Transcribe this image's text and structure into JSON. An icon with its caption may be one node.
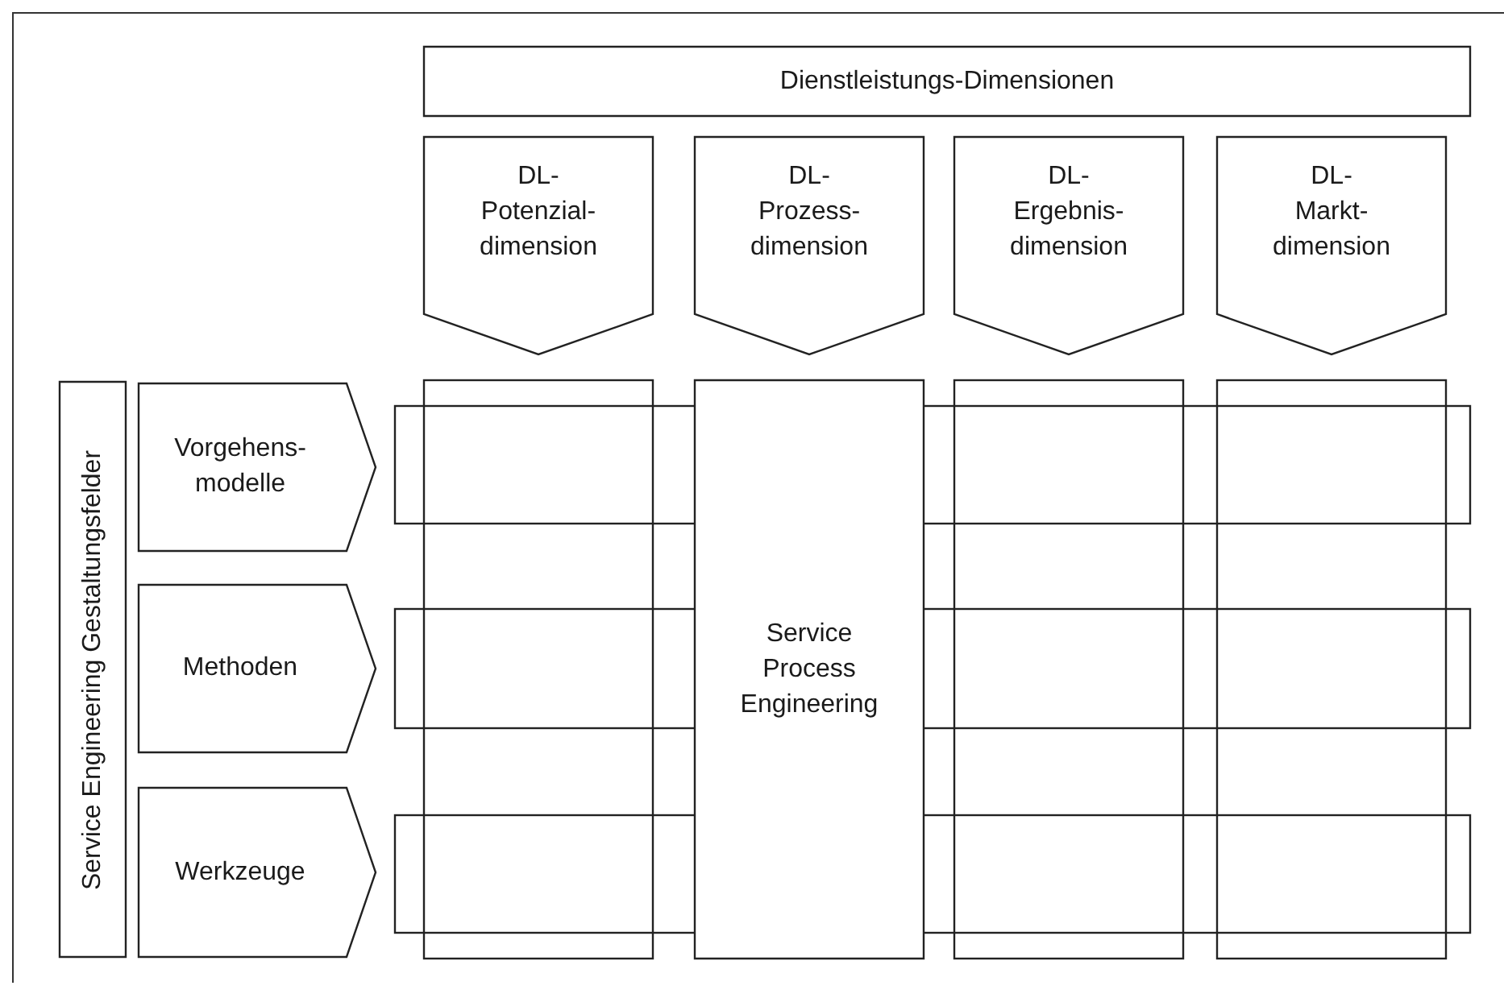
{
  "diagram": {
    "nodes": [
      {
        "text": [
          "Dienstleistungs-Dimensionen"
        ]
      },
      {
        "text": [
          "DL- Potenzial- dimension"
        ]
      },
      {
        "text": [
          "DL- Prozess- dimension"
        ]
      },
      {
        "text": [
          "DL- Ergebnis- dimension"
        ]
      },
      {
        "text": [
          "DL- Markt- dimension"
        ]
      },
      {
        "text": [
          "Service Engineering Gestaltungsfelder"
        ]
      },
      {
        "text": [
          "Vorgehens- modelle"
        ]
      },
      {
        "text": [
          "Methoden"
        ]
      },
      {
        "text": [
          "Werkzeuge"
        ]
      },
      {
        "text": [
          "Service Process Engineering"
        ]
      }
    ]
  }
}
